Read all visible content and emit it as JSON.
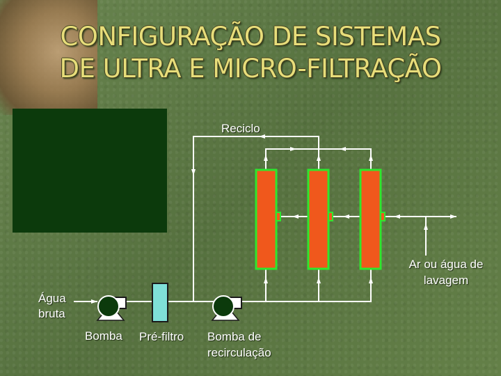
{
  "title": {
    "line1": "CONFIGURAÇÃO DE SISTEMAS",
    "line2": "DE ULTRA E MICRO-FILTRAÇÃO"
  },
  "diagram": {
    "labels": {
      "recycle": "Reciclo",
      "wash": "Ar ou água de lavagem",
      "raw_water": "Água bruta",
      "pump": "Bomba",
      "prefilter": "Pré-filtro",
      "recirculation_pump": "Bomba de recirculação"
    },
    "colors": {
      "membrane_fill": "#f0581c",
      "membrane_border": "#2ee62e",
      "prefilter_fill": "#7fe0d8",
      "pipe": "#ffffff",
      "panel": "#0c3a0c"
    }
  }
}
